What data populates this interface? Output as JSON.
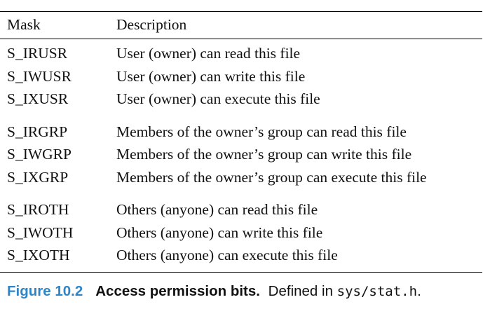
{
  "table": {
    "headers": {
      "mask": "Mask",
      "description": "Description"
    },
    "groups": [
      [
        {
          "mask": "S_IRUSR",
          "description": "User (owner) can read this file"
        },
        {
          "mask": "S_IWUSR",
          "description": "User (owner) can write this file"
        },
        {
          "mask": "S_IXUSR",
          "description": "User (owner) can execute this file"
        }
      ],
      [
        {
          "mask": "S_IRGRP",
          "description": "Members of the owner’s group can read this file"
        },
        {
          "mask": "S_IWGRP",
          "description": "Members of the owner’s group can write this file"
        },
        {
          "mask": "S_IXGRP",
          "description": "Members of the owner’s group can execute this file"
        }
      ],
      [
        {
          "mask": "S_IROTH",
          "description": "Others (anyone) can read this file"
        },
        {
          "mask": "S_IWOTH",
          "description": "Others (anyone) can write this file"
        },
        {
          "mask": "S_IXOTH",
          "description": "Others (anyone) can execute this file"
        }
      ]
    ]
  },
  "caption": {
    "figure_label": "Figure 10.2",
    "title": "Access permission bits.",
    "text_before": " Defined in ",
    "code": "sys/stat.h",
    "text_after": ".",
    "label_color": "#2e86c8"
  }
}
